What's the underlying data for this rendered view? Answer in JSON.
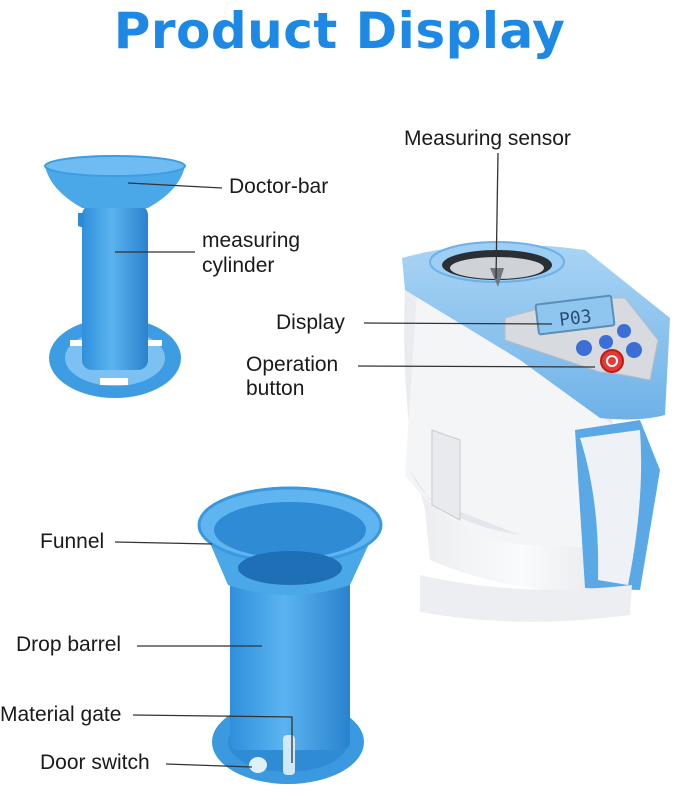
{
  "title": "Product Display",
  "labels": {
    "measuring_sensor": "Measuring sensor",
    "doctor_bar": "Doctor-bar",
    "measuring_cylinder_1": "measuring",
    "measuring_cylinder_2": "cylinder",
    "display": "Display",
    "operation_button_1": "Operation",
    "operation_button_2": "button",
    "funnel": "Funnel",
    "drop_barrel": "Drop barrel",
    "material_gate": "Material gate",
    "door_switch": "Door switch"
  },
  "screen_text": "P03",
  "colors": {
    "title": "#1e88e5",
    "plastic_blue": "#4aa8e8",
    "plastic_dark": "#2b86cf",
    "device_blue": "#8cc4ee",
    "device_white": "#f3f4f6",
    "lcd": "#8fc6f0"
  }
}
